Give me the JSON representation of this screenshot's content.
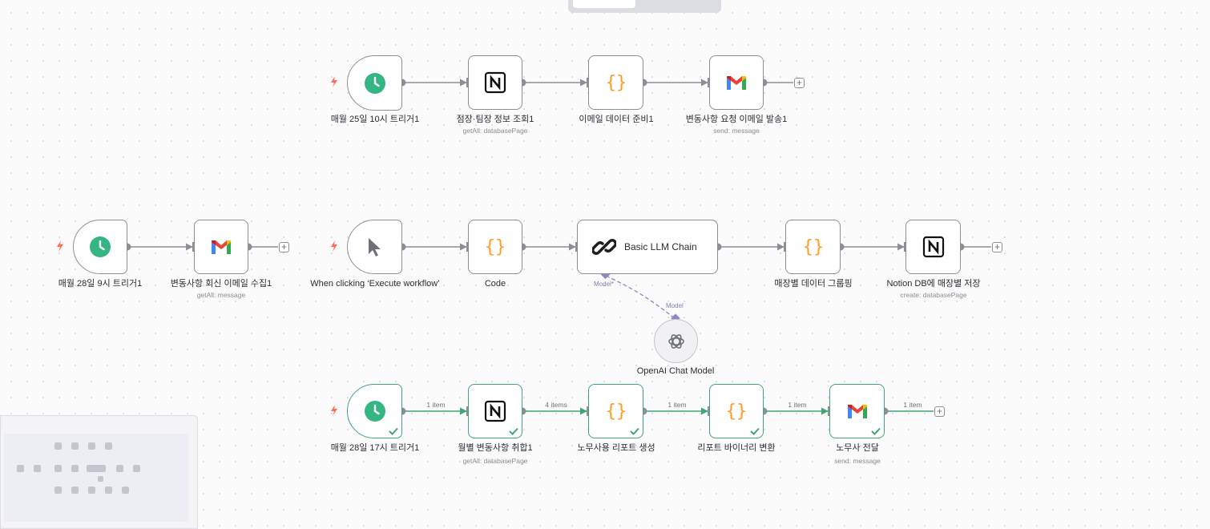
{
  "workflow_rows": {
    "row1": {
      "nodes": [
        {
          "id": "r1-trigger",
          "label": "매월 25일 10시 트리거1",
          "sub": "",
          "icon": "clock-icon"
        },
        {
          "id": "r1-notion",
          "label": "점장·팀장 정보 조회1",
          "sub": "getAll: databasePage",
          "icon": "notion-icon"
        },
        {
          "id": "r1-code",
          "label": "이메일 데이터 준비1",
          "sub": "",
          "icon": "code-braces-icon"
        },
        {
          "id": "r1-gmail",
          "label": "변동사항 요청 이메일 발송1",
          "sub": "send: message",
          "icon": "gmail-icon"
        }
      ]
    },
    "row2a": {
      "nodes": [
        {
          "id": "r2a-trigger",
          "label": "매월 28일 9시 트리거1",
          "sub": "",
          "icon": "clock-icon"
        },
        {
          "id": "r2a-gmail",
          "label": "변동사항 회신 이메일 수집1",
          "sub": "getAll: message",
          "icon": "gmail-icon"
        }
      ]
    },
    "row2b": {
      "nodes": [
        {
          "id": "r2b-manual",
          "label": "When clicking ‘Execute workflow’",
          "sub": "",
          "icon": "cursor-icon"
        },
        {
          "id": "r2b-code",
          "label": "Code",
          "sub": "",
          "icon": "code-braces-icon"
        },
        {
          "id": "r2b-llm",
          "label": "Basic LLM Chain",
          "sub": "",
          "icon": "chain-link-icon"
        },
        {
          "id": "r2b-group",
          "label": "매장별 데이터 그룹핑",
          "sub": "",
          "icon": "code-braces-icon"
        },
        {
          "id": "r2b-notion",
          "label": "Notion DB에 매장별 저장",
          "sub": "create: databasePage",
          "icon": "notion-icon"
        }
      ],
      "llm_port_label": "Model*",
      "model_port_label": "Model",
      "model_node": {
        "label": "OpenAI Chat Model",
        "icon": "openai-icon"
      }
    },
    "row3": {
      "nodes": [
        {
          "id": "r3-trigger",
          "label": "매월 28일 17시 트리거1",
          "sub": "",
          "icon": "clock-icon"
        },
        {
          "id": "r3-notion",
          "label": "월별 변동사항 취합1",
          "sub": "getAll: databasePage",
          "icon": "notion-icon"
        },
        {
          "id": "r3-code1",
          "label": "노무사용 리포트 생성",
          "sub": "",
          "icon": "code-braces-icon"
        },
        {
          "id": "r3-code2",
          "label": "리포트 바이너리 변환",
          "sub": "",
          "icon": "code-braces-icon"
        },
        {
          "id": "r3-gmail",
          "label": "노무사 전달",
          "sub": "send: message",
          "icon": "gmail-icon"
        }
      ],
      "edge_counts": [
        "1 item",
        "4 items",
        "1 item",
        "1 item",
        "1 item"
      ]
    }
  },
  "colors": {
    "edge": "#8e8f96",
    "edge_success": "#3fa771",
    "trigger_bolt": "#ff6d5a",
    "clock": "#35b583",
    "code_braces": "#ff9b26",
    "ai_edge": "#8b88c4"
  }
}
